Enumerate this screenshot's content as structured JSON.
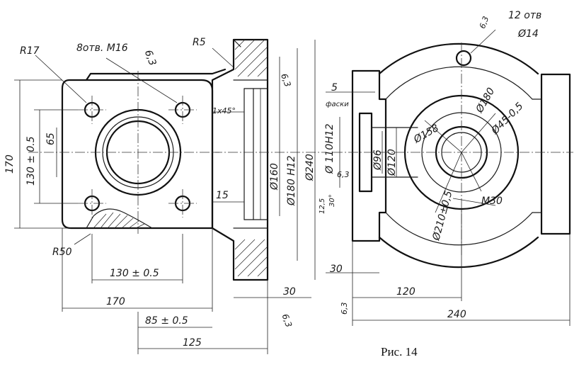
{
  "labels": {
    "r17": "R17",
    "holes_front": "8отв. M16",
    "rough_top": "6,3",
    "r5": "R5",
    "chamfer": "1x45°",
    "rough_flange": "6,3",
    "dim_130_v": "130 ± 0.5",
    "dim_65": "65",
    "dim_170_v": "170",
    "dia_160": "Ø160",
    "dia_180h12": "Ø180 H12",
    "dia_240": "Ø240",
    "dim_15": "15",
    "r50": "R50",
    "dim_130_h": "130 ± 0.5",
    "dim_170_h": "170",
    "dim_85": "85 ± 0.5",
    "dim_125": "125",
    "dim_30_left": "30",
    "rough_bottom": "6,3",
    "rough_right_top": "6,3",
    "holes_right": "12 отв",
    "dia_14": "Ø14",
    "dim_5": "5",
    "faska": "фаски",
    "dia_110h12": "Ø 110H12",
    "dia_180": "Ø180",
    "dia_158": "Ø158",
    "dia_45": "Ø45-0,5",
    "dia_96": "Ø96",
    "dia_120": "Ø120",
    "rough_side": "6,3",
    "rough_small": "12,5",
    "dim_30deg": "30°",
    "m30": "M30",
    "dia_210": "Ø210±0,5",
    "dim_30_right": "30",
    "dim_120": "120",
    "rough_right_bottom": "6,3",
    "dim_240": "240",
    "caption": "Рис. 14"
  }
}
